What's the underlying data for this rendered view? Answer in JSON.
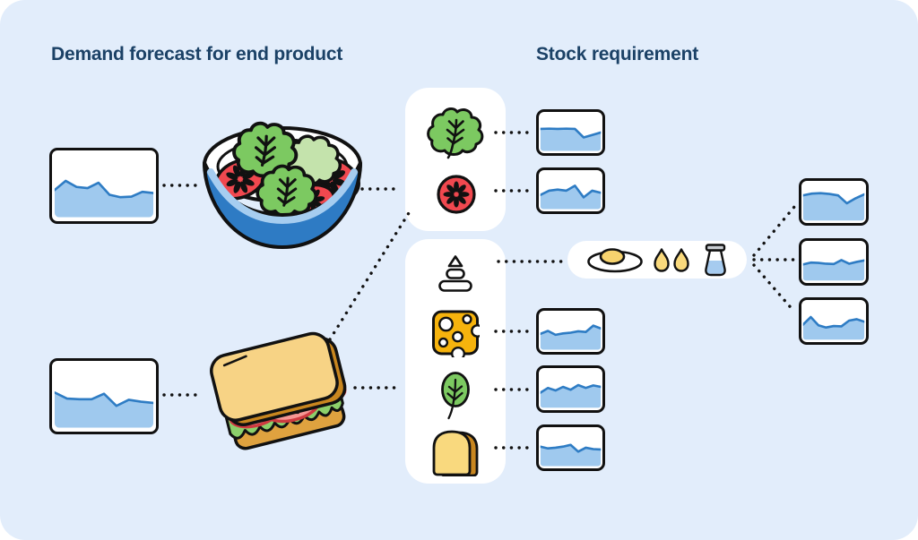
{
  "headings": {
    "left": "Demand forecast for end product",
    "right": "Stock requirement"
  },
  "colors": {
    "card_background": "#E2EDFB",
    "heading_text": "#1B4166",
    "panel_white": "#FFFFFF",
    "outline_black": "#111111",
    "chart_fill": "#9FC9EE",
    "chart_line": "#2E7CC4",
    "lettuce_green": "#7CC961",
    "light_leaf_green": "#C4E3AC",
    "tomato_red": "#F0484F",
    "tomato_pink": "#F59694",
    "cheese_yellow": "#F6B30D",
    "bread_yellow": "#F9D97E",
    "crust_brown": "#C8861F",
    "sandwich_bread": "#F7D385",
    "bottom_crust": "#DFA23F",
    "bowl_blue": "#2E7BC4",
    "bowl_light_blue": "#A6CDF0",
    "egg_yolk": "#F7D36E",
    "bottle_cap_gray": "#C9CDD2",
    "bottle_liquid": "#A6CBEF"
  },
  "icons": {
    "salad_bowl": "salad-bowl-illustration",
    "sandwich": "sandwich-illustration",
    "lettuce": "lettuce-icon",
    "tomato": "tomato-slice-icon",
    "sauce": "sauce-stack-icon",
    "cheese": "cheese-icon",
    "greens": "greens-leaf-icon",
    "bread": "bread-slice-icon",
    "egg": "fried-egg-icon",
    "oil": "oil-drops-icon",
    "vinegar": "vinegar-bottle-icon"
  },
  "diagram": {
    "products": [
      {
        "id": "salad",
        "name": "Salad bowl",
        "forecast_chart": "salad_demand",
        "ingredients": [
          "lettuce",
          "tomato"
        ]
      },
      {
        "id": "sandwich",
        "name": "Sandwich",
        "forecast_chart": "sandwich_demand",
        "ingredients": [
          "tomato",
          "sauce",
          "cheese",
          "greens",
          "bread"
        ]
      }
    ],
    "ingredients": [
      {
        "id": "lettuce",
        "name": "Lettuce",
        "stock_chart": "lettuce_stock"
      },
      {
        "id": "tomato",
        "name": "Tomato",
        "stock_chart": "tomato_stock"
      },
      {
        "id": "sauce",
        "name": "Sauce",
        "components": [
          "egg",
          "oil",
          "vinegar"
        ]
      },
      {
        "id": "cheese",
        "name": "Cheese",
        "stock_chart": "cheese_stock"
      },
      {
        "id": "greens",
        "name": "Greens",
        "stock_chart": "greens_stock"
      },
      {
        "id": "bread",
        "name": "Bread",
        "stock_chart": "bread_stock"
      }
    ],
    "sauce_components": [
      {
        "id": "egg",
        "name": "Egg",
        "stock_chart": "egg_stock"
      },
      {
        "id": "oil",
        "name": "Oil",
        "stock_chart": "oil_stock"
      },
      {
        "id": "vinegar",
        "name": "Vinegar",
        "stock_chart": "vinegar_stock"
      }
    ]
  },
  "charts": {
    "salad_demand": {
      "type": "area",
      "label": "Salad demand forecast",
      "ymax": 100,
      "values": [
        45,
        60,
        50,
        48,
        57,
        37,
        33,
        34,
        42,
        40
      ]
    },
    "sandwich_demand": {
      "type": "area",
      "label": "Sandwich demand forecast",
      "ymax": 100,
      "values": [
        58,
        48,
        47,
        47,
        56,
        36,
        46,
        43,
        41
      ]
    },
    "lettuce_stock": {
      "type": "area",
      "label": "Lettuce stock",
      "ymax": 100,
      "values": [
        62,
        63,
        62,
        63,
        62,
        38,
        45,
        52
      ]
    },
    "tomato_stock": {
      "type": "area",
      "label": "Tomato stock",
      "ymax": 100,
      "values": [
        40,
        52,
        55,
        52,
        66,
        33,
        52,
        46
      ]
    },
    "cheese_stock": {
      "type": "area",
      "label": "Cheese stock",
      "ymax": 100,
      "values": [
        45,
        53,
        42,
        46,
        48,
        52,
        50,
        68,
        60
      ]
    },
    "greens_stock": {
      "type": "area",
      "label": "Greens stock",
      "ymax": 100,
      "values": [
        42,
        55,
        48,
        58,
        50,
        63,
        55,
        62,
        58
      ]
    },
    "bread_stock": {
      "type": "area",
      "label": "Bread stock",
      "ymax": 100,
      "values": [
        55,
        50,
        52,
        55,
        60,
        41,
        52,
        48,
        47
      ]
    },
    "egg_stock": {
      "type": "area",
      "label": "Egg stock",
      "ymax": 100,
      "values": [
        70,
        75,
        76,
        74,
        70,
        48,
        62,
        73
      ]
    },
    "oil_stock": {
      "type": "area",
      "label": "Oil stock",
      "ymax": 100,
      "values": [
        45,
        50,
        49,
        47,
        46,
        57,
        47,
        52,
        56
      ]
    },
    "vinegar_stock": {
      "type": "area",
      "label": "Vinegar stock",
      "ymax": 100,
      "values": [
        42,
        63,
        40,
        34,
        38,
        37,
        53,
        57,
        50
      ]
    }
  }
}
